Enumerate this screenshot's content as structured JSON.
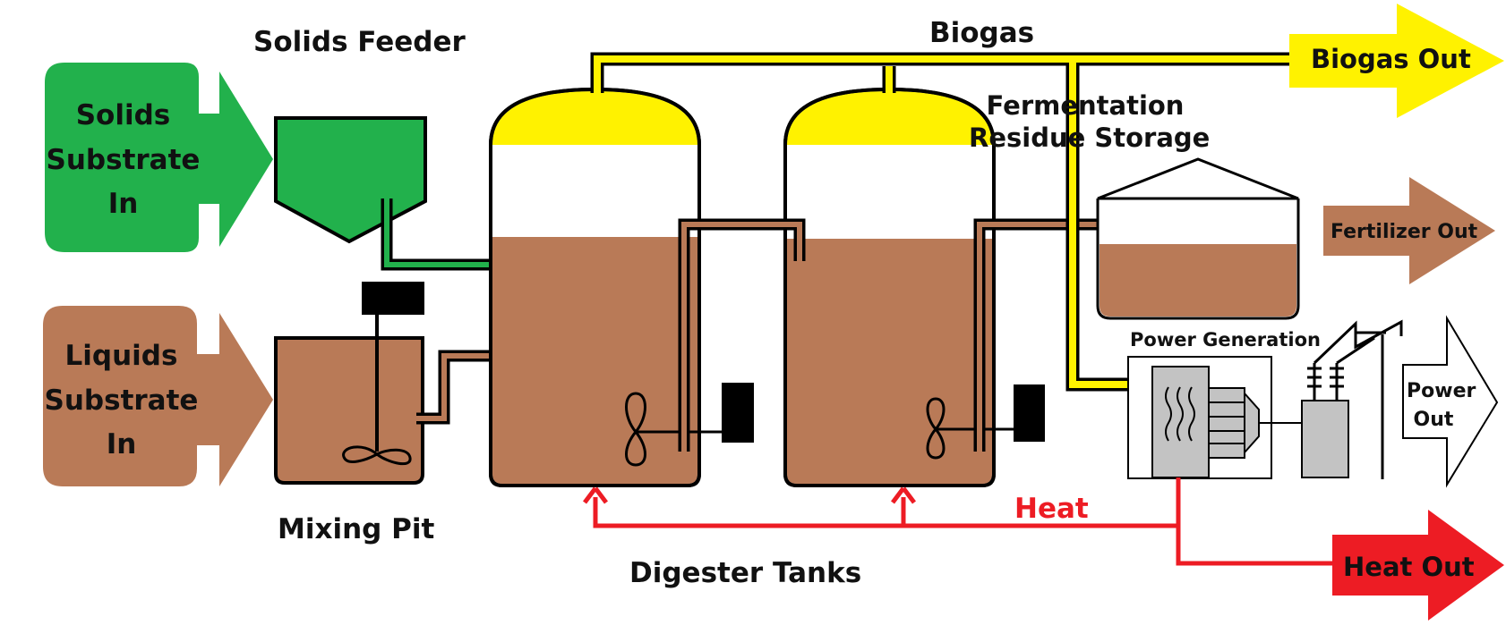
{
  "labels": {
    "solids_feeder": "Solids Feeder",
    "mixing_pit": "Mixing Pit",
    "digester_tanks": "Digester Tanks",
    "biogas": "Biogas",
    "fermentation_storage": [
      "Fermentation",
      "Residue Storage"
    ],
    "power_generation": "Power Generation",
    "heat": "Heat"
  },
  "inputs": {
    "solids": [
      "Solids",
      "Substrate",
      "In"
    ],
    "liquids": [
      "Liquids",
      "Substrate",
      "In"
    ]
  },
  "outputs": {
    "biogas": "Biogas Out",
    "fertilizer": "Fertilizer Out",
    "power": [
      "Power",
      "Out"
    ],
    "heat": "Heat Out"
  },
  "colors": {
    "green": "#22b14c",
    "brown": "#b97a57",
    "yellow": "#fff200",
    "red": "#ed1c24",
    "gray": "#c3c3c3",
    "black": "#000000"
  }
}
